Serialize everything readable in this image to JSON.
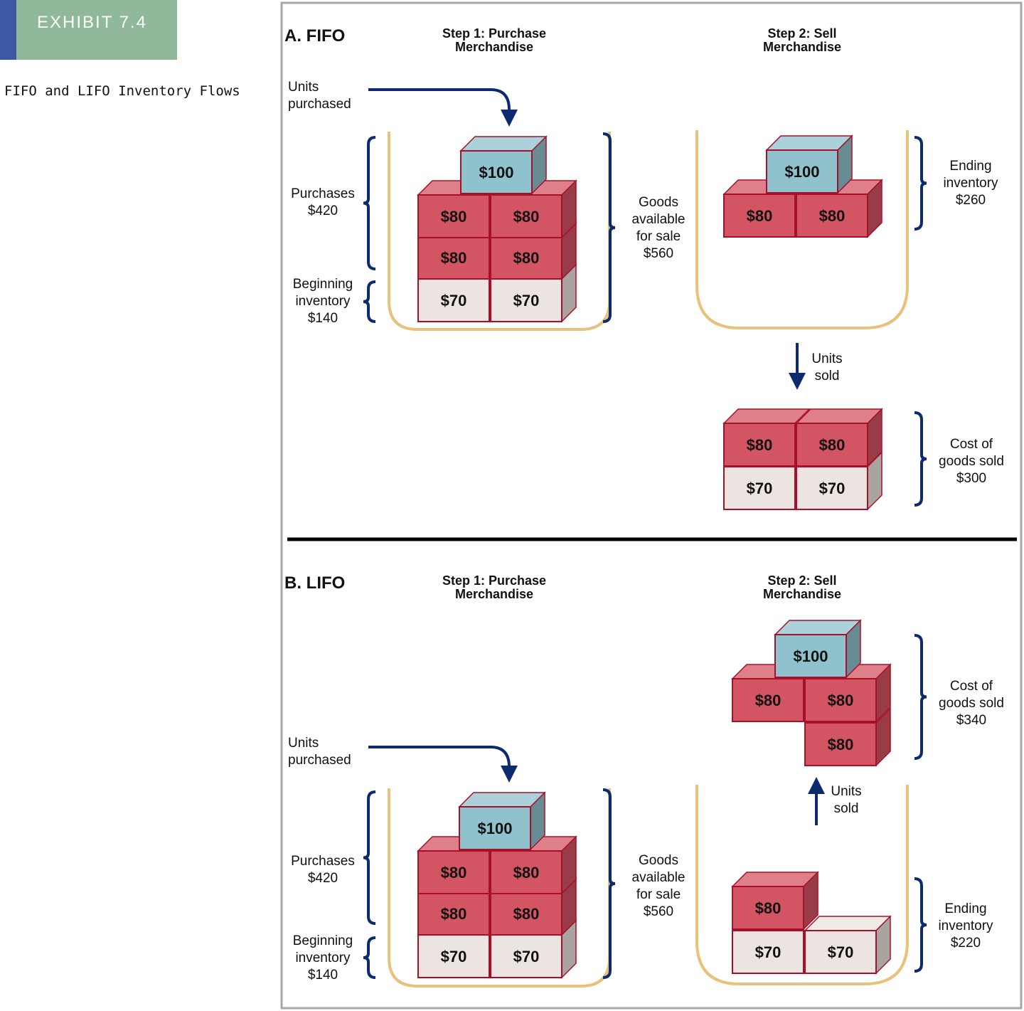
{
  "exhibit": {
    "tag": "EXHIBIT 7.4",
    "caption": "FIFO and LIFO Inventory Flows"
  },
  "colors": {
    "frame": "#a8a8a8",
    "accent_blue": "#0e2a6e",
    "bin": "#e8c27c",
    "box_red": "#d35462",
    "box_blue": "#8fc2cd",
    "box_beige": "#ece4e0",
    "box_edge": "#a8102a"
  },
  "fifo": {
    "title": "A. FIFO",
    "step1": [
      "Step 1: Purchase",
      "Merchandise"
    ],
    "step2": [
      "Step 2: Sell",
      "Merchandise"
    ],
    "units_purchased": [
      "Units",
      "purchased"
    ],
    "units_sold": [
      "Units",
      "sold"
    ],
    "purchases": [
      "Purchases",
      "$420"
    ],
    "beginning_inventory": [
      "Beginning",
      "inventory",
      "$140"
    ],
    "goods_available": [
      "Goods",
      "available",
      "for sale",
      "$560"
    ],
    "ending_inventory": [
      "Ending",
      "inventory",
      "$260"
    ],
    "cost_of_goods_sold": [
      "Cost of",
      "goods sold",
      "$300"
    ]
  },
  "lifo": {
    "title": "B. LIFO",
    "step1": [
      "Step 1: Purchase",
      "Merchandise"
    ],
    "step2": [
      "Step 2: Sell",
      "Merchandise"
    ],
    "units_purchased": [
      "Units",
      "purchased"
    ],
    "units_sold": [
      "Units",
      "sold"
    ],
    "purchases": [
      "Purchases",
      "$420"
    ],
    "beginning_inventory": [
      "Beginning",
      "inventory",
      "$140"
    ],
    "goods_available": [
      "Goods",
      "available",
      "for sale",
      "$560"
    ],
    "ending_inventory": [
      "Ending",
      "inventory",
      "$220"
    ],
    "cost_of_goods_sold": [
      "Cost of",
      "goods sold",
      "$340"
    ]
  },
  "unit_costs": {
    "new": "$100",
    "purchase": "$80",
    "beginning": "$70"
  }
}
